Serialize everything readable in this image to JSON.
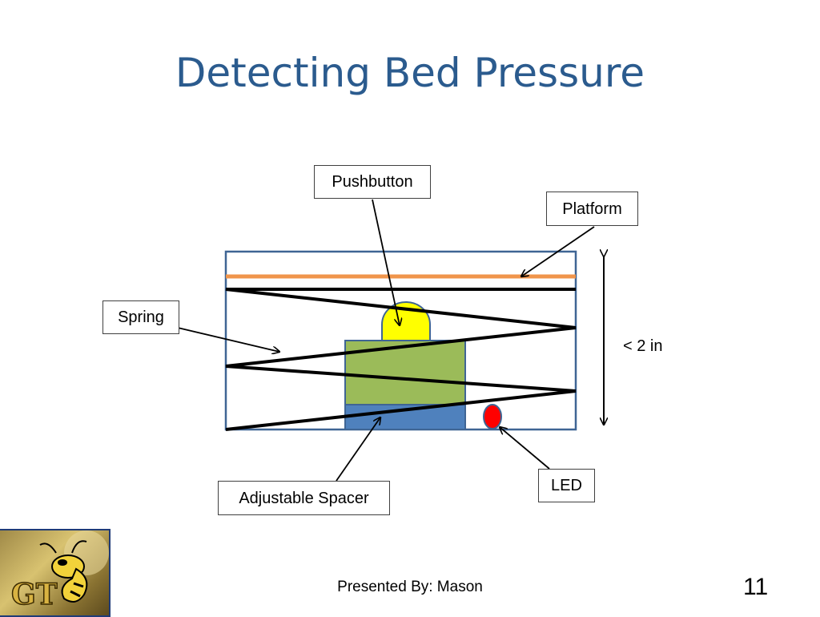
{
  "slide": {
    "title": "Detecting Bed Pressure",
    "footer": "Presented By: Mason",
    "page_number": "11"
  },
  "labels": {
    "pushbutton": "Pushbutton",
    "platform": "Platform",
    "spring": "Spring",
    "height": "< 2 in",
    "adjustable_spacer": "Adjustable Spacer",
    "led": "LED"
  },
  "logo": {
    "text": "GT"
  },
  "colors": {
    "title": "#2b5b8e",
    "frame": "#3f6594",
    "platform": "#f0954b",
    "pushbutton": "#ffff00",
    "spacer_top": "#9bbb59",
    "spacer_bottom": "#4f81bd",
    "led": "#ff0000"
  }
}
